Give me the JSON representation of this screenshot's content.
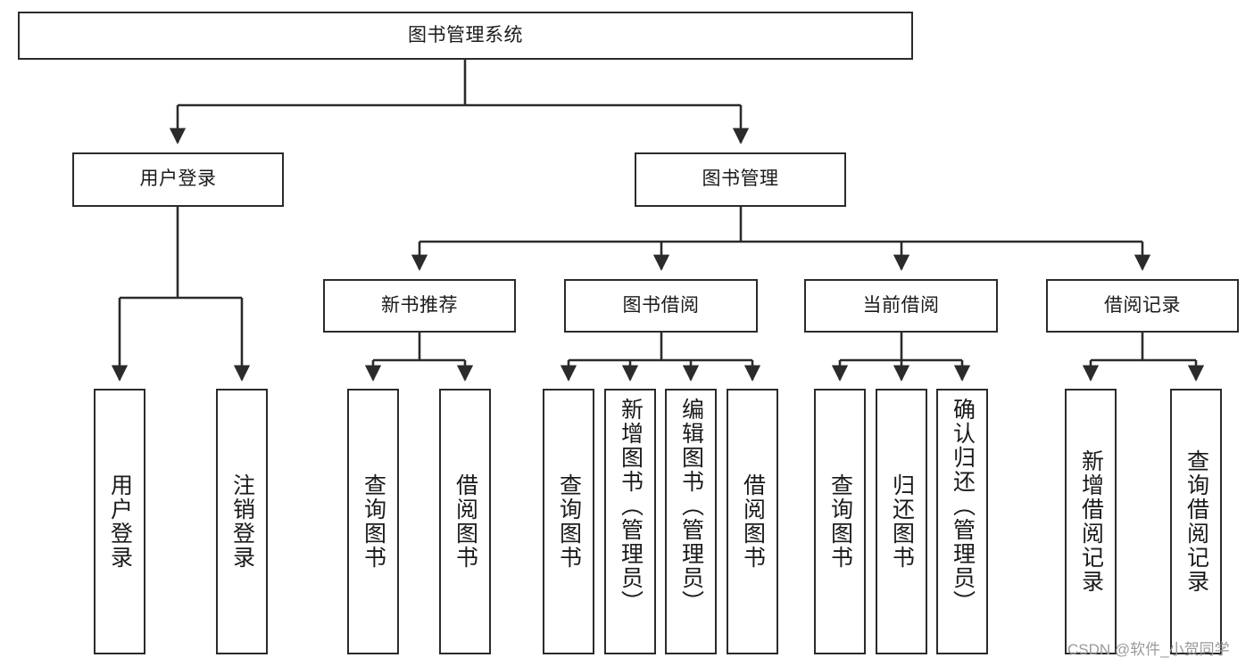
{
  "diagram": {
    "type": "tree-hierarchy-chart",
    "title": "图书管理系统",
    "watermark": "CSDN @软件_小贺同学",
    "colors": {
      "box_border": "#2b2b2b",
      "box_fill": "#ffffff",
      "edge": "#2b2b2b",
      "text": "#1a1a1a",
      "watermark": "#9a9a9a"
    },
    "nodes": {
      "root": {
        "label": "图书管理系统",
        "level": 1,
        "orientation": "horizontal"
      },
      "user_login": {
        "label": "用户登录",
        "level": 2,
        "orientation": "horizontal"
      },
      "book_manage": {
        "label": "图书管理",
        "level": 2,
        "orientation": "horizontal"
      },
      "new_book_rec": {
        "label": "新书推荐",
        "level": 3,
        "orientation": "horizontal"
      },
      "book_borrow": {
        "label": "图书借阅",
        "level": 3,
        "orientation": "horizontal"
      },
      "current_borrow": {
        "label": "当前借阅",
        "level": 3,
        "orientation": "horizontal"
      },
      "borrow_record": {
        "label": "借阅记录",
        "level": 3,
        "orientation": "horizontal"
      },
      "leaf_user_login": {
        "label": "用户登录",
        "level": 4,
        "orientation": "vertical"
      },
      "leaf_logout": {
        "label": "注销登录",
        "level": 4,
        "orientation": "vertical"
      },
      "leaf_query_book_1": {
        "label": "查询图书",
        "level": 4,
        "orientation": "vertical"
      },
      "leaf_borrow_book_1": {
        "label": "借阅图书",
        "level": 4,
        "orientation": "vertical"
      },
      "leaf_query_book_2": {
        "label": "查询图书",
        "level": 4,
        "orientation": "vertical"
      },
      "leaf_add_book": {
        "label": "新增图书（管理员）",
        "level": 4,
        "orientation": "vertical"
      },
      "leaf_edit_book": {
        "label": "编辑图书（管理员）",
        "level": 4,
        "orientation": "vertical"
      },
      "leaf_borrow_book_2": {
        "label": "借阅图书",
        "level": 4,
        "orientation": "vertical"
      },
      "leaf_query_book_3": {
        "label": "查询图书",
        "level": 4,
        "orientation": "vertical"
      },
      "leaf_return_book": {
        "label": "归还图书",
        "level": 4,
        "orientation": "vertical"
      },
      "leaf_confirm_return": {
        "label": "确认归还（管理员）",
        "level": 4,
        "orientation": "vertical"
      },
      "leaf_add_record": {
        "label": "新增借阅记录",
        "level": 4,
        "orientation": "vertical"
      },
      "leaf_query_record": {
        "label": "查询借阅记录",
        "level": 4,
        "orientation": "vertical"
      }
    },
    "edges": [
      {
        "from": "root",
        "to": "user_login"
      },
      {
        "from": "root",
        "to": "book_manage"
      },
      {
        "from": "book_manage",
        "to": "new_book_rec"
      },
      {
        "from": "book_manage",
        "to": "book_borrow"
      },
      {
        "from": "book_manage",
        "to": "current_borrow"
      },
      {
        "from": "book_manage",
        "to": "borrow_record"
      },
      {
        "from": "user_login",
        "to": "leaf_user_login"
      },
      {
        "from": "user_login",
        "to": "leaf_logout"
      },
      {
        "from": "new_book_rec",
        "to": "leaf_query_book_1"
      },
      {
        "from": "new_book_rec",
        "to": "leaf_borrow_book_1"
      },
      {
        "from": "book_borrow",
        "to": "leaf_query_book_2"
      },
      {
        "from": "book_borrow",
        "to": "leaf_add_book"
      },
      {
        "from": "book_borrow",
        "to": "leaf_edit_book"
      },
      {
        "from": "book_borrow",
        "to": "leaf_borrow_book_2"
      },
      {
        "from": "current_borrow",
        "to": "leaf_query_book_3"
      },
      {
        "from": "current_borrow",
        "to": "leaf_return_book"
      },
      {
        "from": "current_borrow",
        "to": "leaf_confirm_return"
      },
      {
        "from": "borrow_record",
        "to": "leaf_add_record"
      },
      {
        "from": "borrow_record",
        "to": "leaf_query_record"
      }
    ]
  }
}
